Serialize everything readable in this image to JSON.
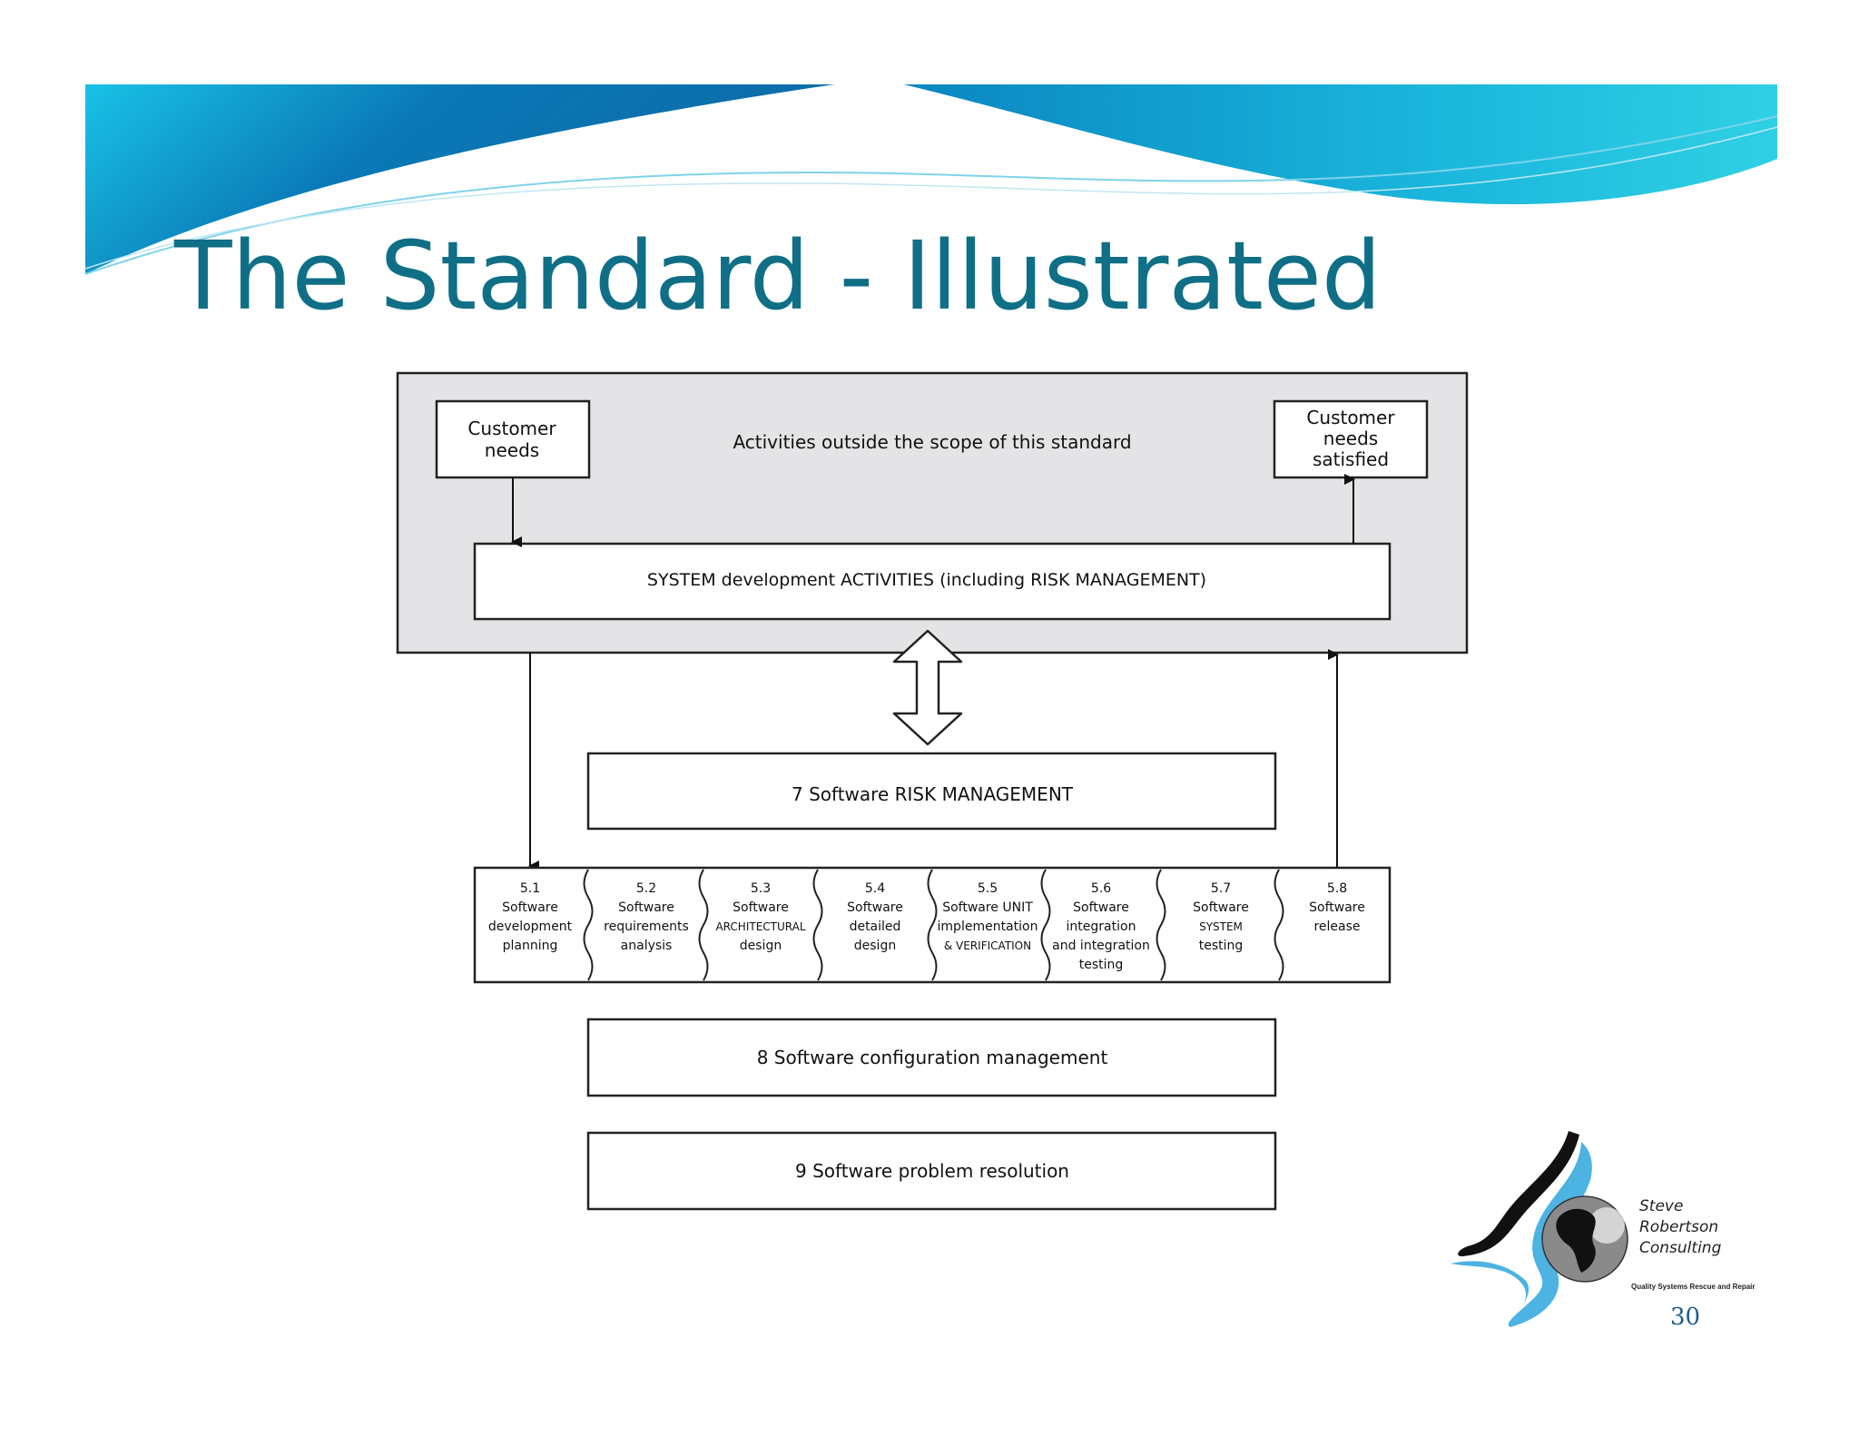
{
  "slide": {
    "title": "The Standard - Illustrated",
    "page_number": "30"
  },
  "diagram": {
    "outer_label": "Activities outside the scope of this standard",
    "customer_needs": [
      "Customer",
      "needs"
    ],
    "customer_satisfied": [
      "Customer",
      "needs",
      "satisfied"
    ],
    "system_dev": "SYSTEM development ACTIVITIES (including RISK MANAGEMENT)",
    "risk_management": "7  Software RISK MANAGEMENT",
    "processes": [
      {
        "id": "5.1",
        "lines": [
          "Software",
          "development",
          "planning"
        ]
      },
      {
        "id": "5.2",
        "lines": [
          "Software",
          "requirements",
          "analysis"
        ]
      },
      {
        "id": "5.3",
        "lines": [
          "Software",
          "ARCHITECTURAL",
          "design"
        ]
      },
      {
        "id": "5.4",
        "lines": [
          "Software",
          "detailed",
          "design"
        ]
      },
      {
        "id": "5.5",
        "lines": [
          "Software UNIT",
          "implementation",
          "& VERIFICATION"
        ]
      },
      {
        "id": "5.6",
        "lines": [
          "Software",
          "integration",
          "and integration",
          "testing"
        ]
      },
      {
        "id": "5.7",
        "lines": [
          "Software",
          "SYSTEM",
          "testing"
        ]
      },
      {
        "id": "5.8",
        "lines": [
          "Software",
          "release"
        ]
      }
    ],
    "config_management": "8  Software configuration management",
    "problem_resolution": "9  Software problem resolution"
  },
  "logo": {
    "lines": [
      "Steve",
      "Robertson",
      "Consulting"
    ],
    "tagline": "Quality Systems Rescue and Repair"
  },
  "colors": {
    "title": "#0f6f86",
    "banner_dark": "#0a6fa8",
    "banner_light": "#27c9e0",
    "scope_fill": "#e4e3e6",
    "logo_blue": "#4cb3e3"
  }
}
